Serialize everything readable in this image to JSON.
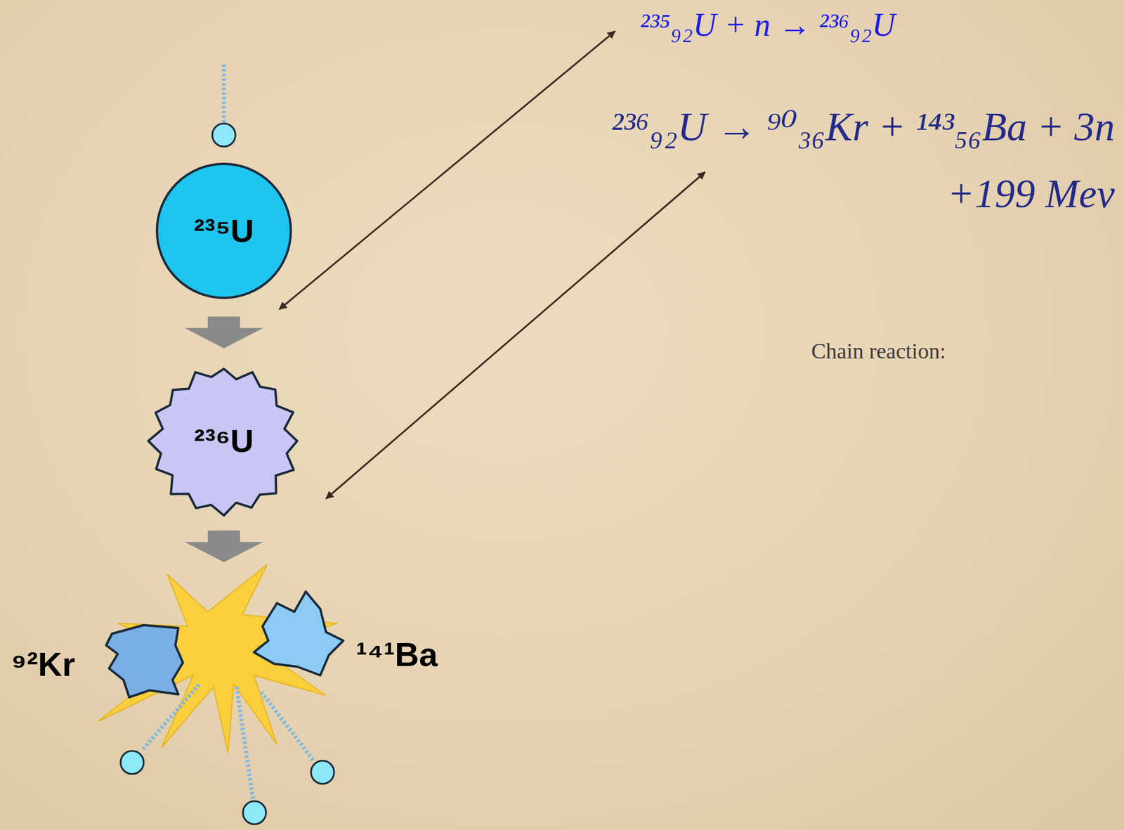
{
  "diagram": {
    "nodes": [
      {
        "text": [
          "²³⁵U"
        ]
      },
      {
        "text": [
          "²³⁶U"
        ]
      },
      {
        "text": [
          "⁹²Kr"
        ]
      },
      {
        "text": [
          "¹⁴¹Ba"
        ]
      }
    ],
    "edges": [
      {
        "from": 0,
        "to": 1,
        "arrow": "to"
      }
    ],
    "labels": [
      "²³⁵₉₂U + n → ²³⁶₉₂U",
      "²³⁶₉₂U → ⁹⁰₃₆Kr + ¹⁴³₅₆Ba + 3n",
      "+199 Mev",
      "Chain reaction:"
    ]
  }
}
